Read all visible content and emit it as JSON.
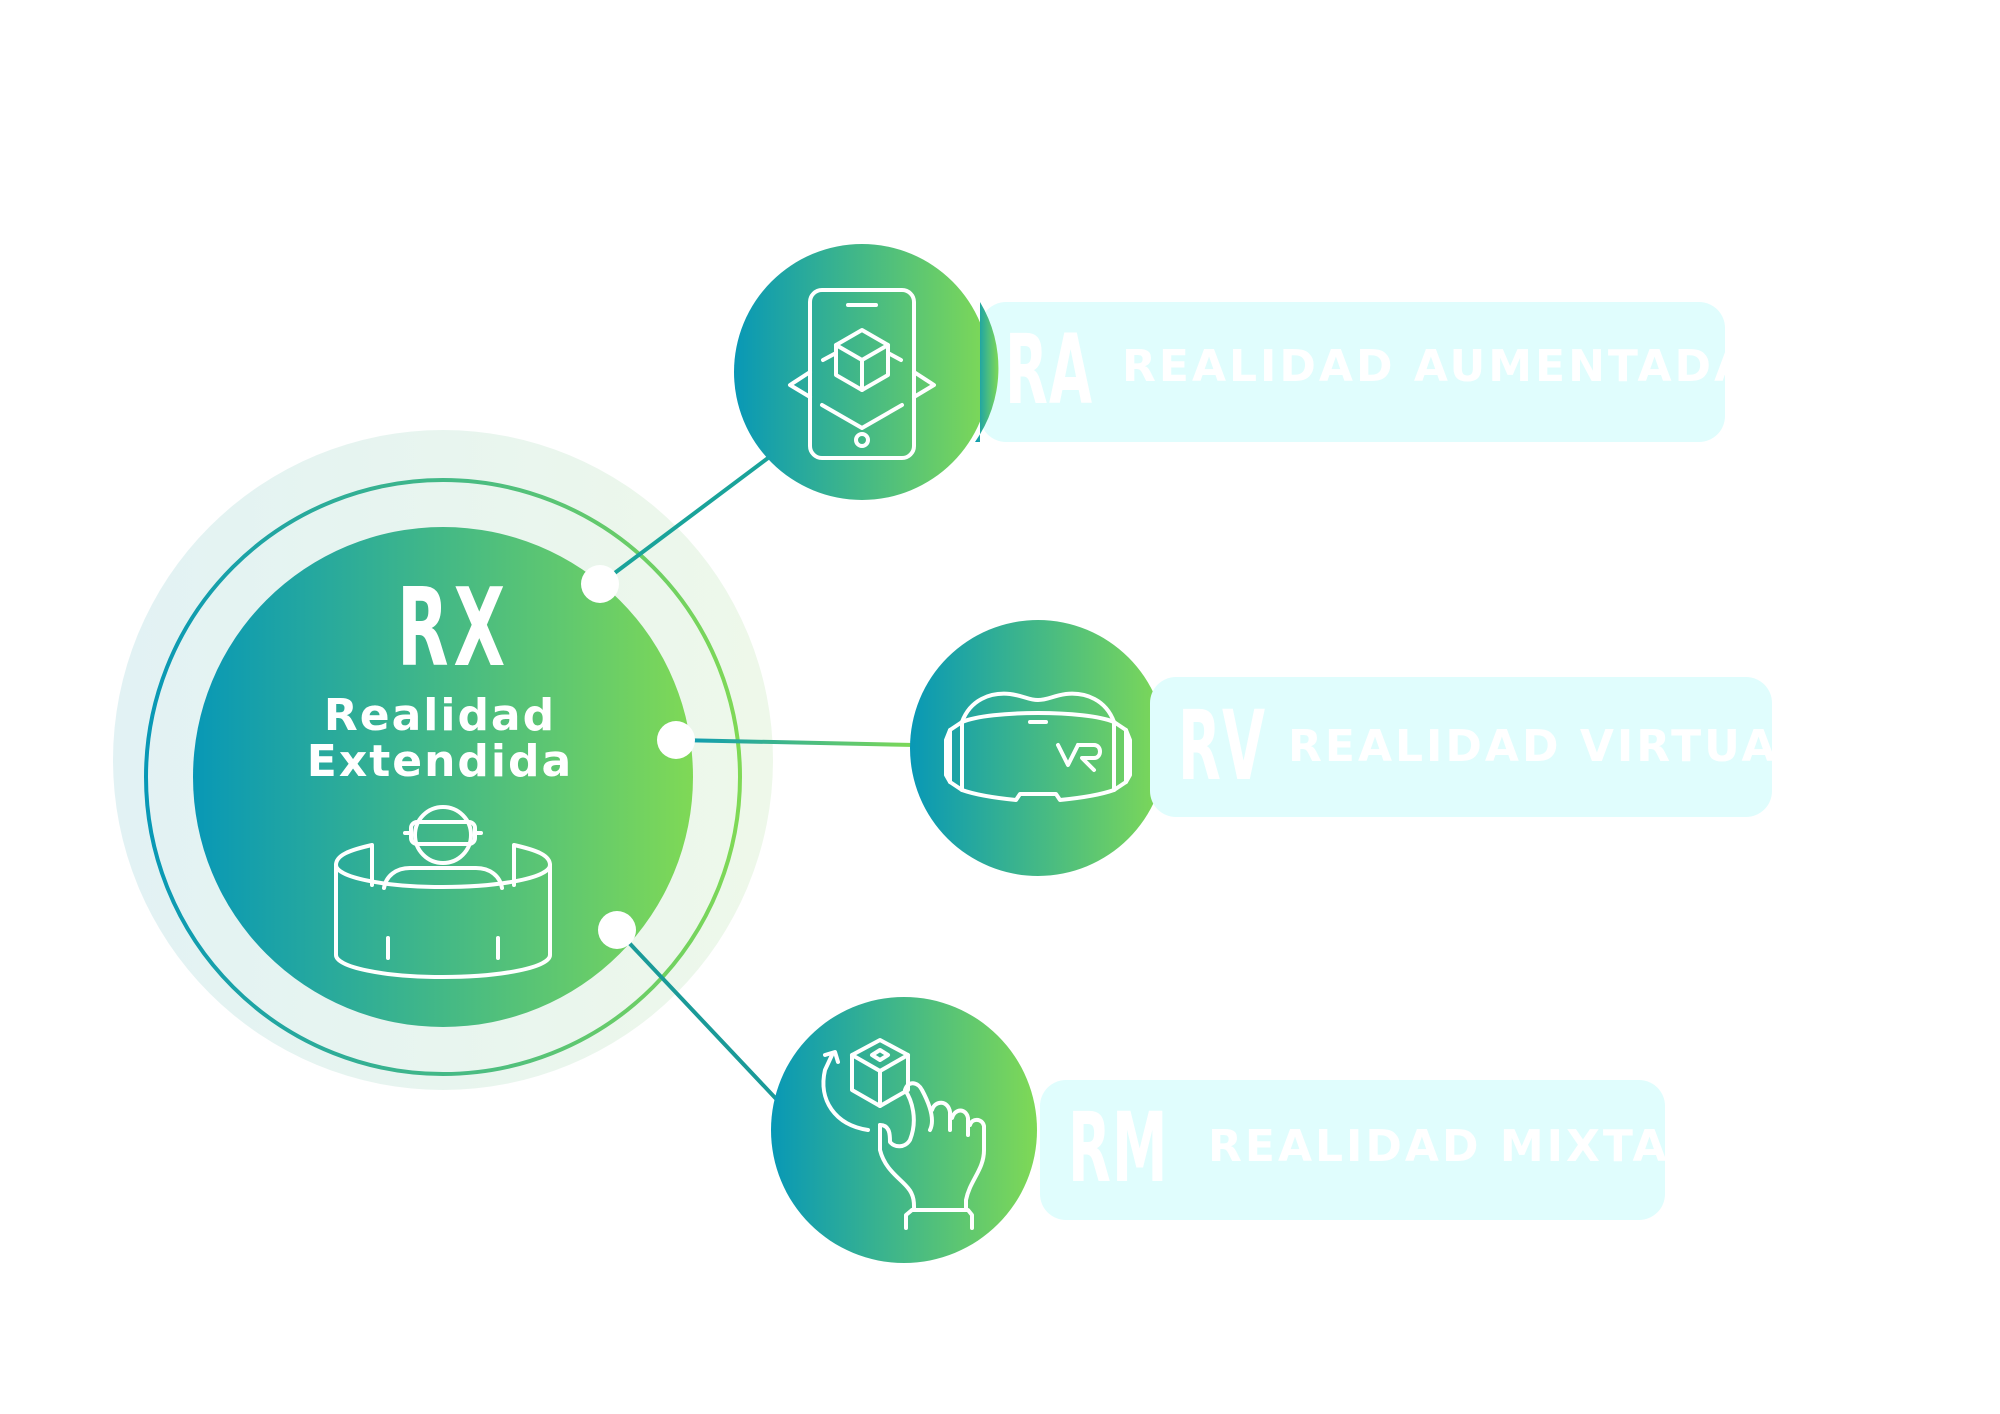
{
  "center": {
    "abbr": "RX",
    "line1": "Realidad",
    "line2": "Extendida",
    "icon": "vr-user-panorama-icon"
  },
  "branches": [
    {
      "abbr": "RA",
      "label": "REALIDAD AUMENTADA",
      "icon": "ar-phone-cube-icon"
    },
    {
      "abbr": "RV",
      "label": "REALIDAD VIRTUAL",
      "icon": "vr-headset-icon"
    },
    {
      "abbr": "RM",
      "label": "REALIDAD MIXTA",
      "icon": "hand-cube-icon"
    }
  ],
  "colors": {
    "gradient_start": "#0898b6",
    "gradient_end": "#7fd956",
    "pill": "#e0fdfd",
    "halo": "#e4f4f4"
  }
}
